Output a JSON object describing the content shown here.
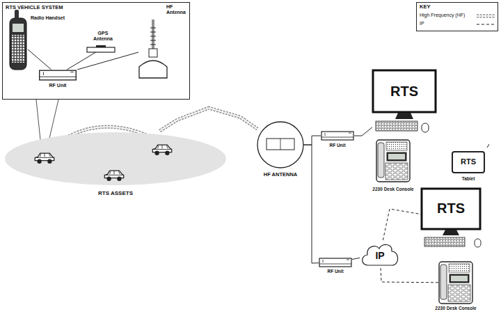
{
  "diagram": {
    "nodes": [
      {
        "text": [
          "RTS VEHICLE SYSTEM"
        ]
      },
      {
        "text": [
          "Radio Handset"
        ],
        "in": 0
      },
      {
        "text": [
          "GPS Antenna"
        ],
        "in": 0
      },
      {
        "text": [
          "HF Antenna"
        ],
        "in": 0
      },
      {
        "text": [
          "RF Unit"
        ],
        "in": 0
      },
      {
        "text": [
          "RTS ASSETS"
        ]
      },
      {
        "text": [
          "HF ANTENNA"
        ]
      },
      {
        "text": [
          "RF Unit"
        ]
      },
      {
        "text": [
          "RTS"
        ]
      },
      {
        "text": [
          "2230 Desk Console"
        ]
      },
      {
        "text": [
          "RTS",
          "Tablet"
        ]
      },
      {
        "text": [
          "RF Unit"
        ]
      },
      {
        "text": [
          "IP"
        ]
      },
      {
        "text": [
          "RTS"
        ]
      },
      {
        "text": [
          "2230 Desk Console"
        ]
      }
    ],
    "edges": [
      {
        "from": 1,
        "to": 4,
        "arrow": "none"
      },
      {
        "from": 4,
        "to": 2,
        "arrow": "none"
      },
      {
        "from": 4,
        "to": 3,
        "arrow": "none"
      },
      {
        "from": 5,
        "to": 6,
        "arrow": "none"
      },
      {
        "from": 6,
        "to": 7,
        "arrow": "none"
      },
      {
        "from": 7,
        "to": 8,
        "arrow": "none"
      },
      {
        "from": 6,
        "to": 11,
        "arrow": "none"
      },
      {
        "from": 11,
        "to": 12,
        "arrow": "none"
      },
      {
        "from": 12,
        "to": 13,
        "arrow": "none"
      },
      {
        "from": 12,
        "to": 14,
        "arrow": "none"
      }
    ],
    "labels": [
      "KEY"
    ],
    "legend": [
      {
        "text": "High Frequency (HF)"
      },
      {
        "text": "IP"
      }
    ]
  }
}
